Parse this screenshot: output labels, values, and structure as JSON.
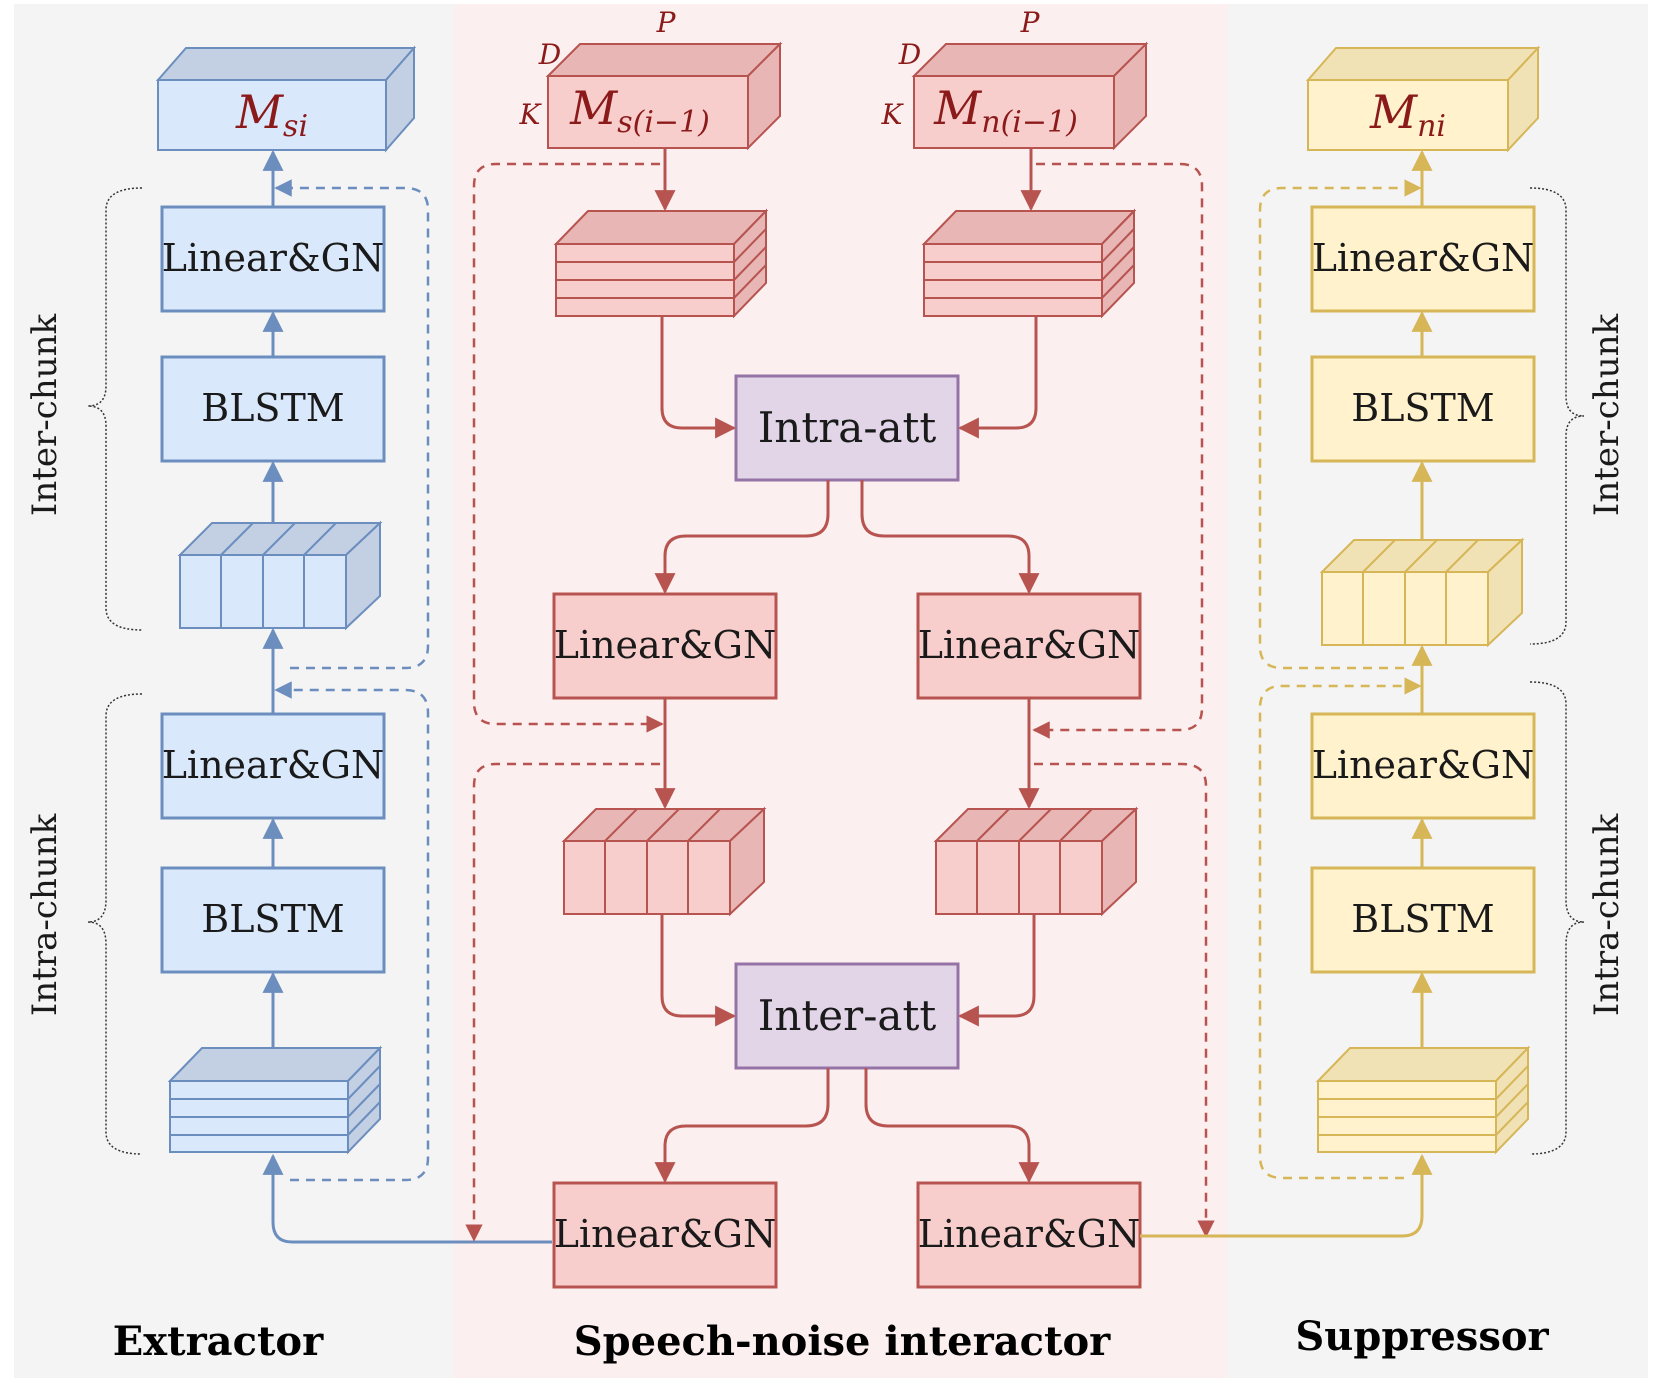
{
  "sections": {
    "extractor": "Extractor",
    "interactor": "Speech-noise interactor",
    "suppressor": "Suppressor"
  },
  "blocks": {
    "linear_gn": "Linear&GN",
    "blstm": "BLSTM",
    "intra_att": "Intra-att",
    "inter_att": "Inter-att"
  },
  "braces": {
    "inter_chunk": "Inter-chunk",
    "intra_chunk": "Intra-chunk"
  },
  "tensors": {
    "m_s_prev": {
      "main": "M",
      "sub": "s(i−1)"
    },
    "m_n_prev": {
      "main": "M",
      "sub": "n(i−1)"
    },
    "m_si": {
      "main": "M",
      "sub": "si"
    },
    "m_ni": {
      "main": "M",
      "sub": "ni"
    }
  },
  "dims": {
    "d": "D",
    "p": "P",
    "k": "K"
  },
  "colors": {
    "blue_fill": "#dae8fc",
    "blue_stroke": "#6c8ebf",
    "red_fill": "#f8cecc",
    "red_stroke": "#b85450",
    "yellow_fill": "#fff2cc",
    "yellow_stroke": "#d6b656",
    "purple_fill": "#e1d5e7",
    "purple_stroke": "#9673a6",
    "tensor_red": "#8b1a1a"
  }
}
